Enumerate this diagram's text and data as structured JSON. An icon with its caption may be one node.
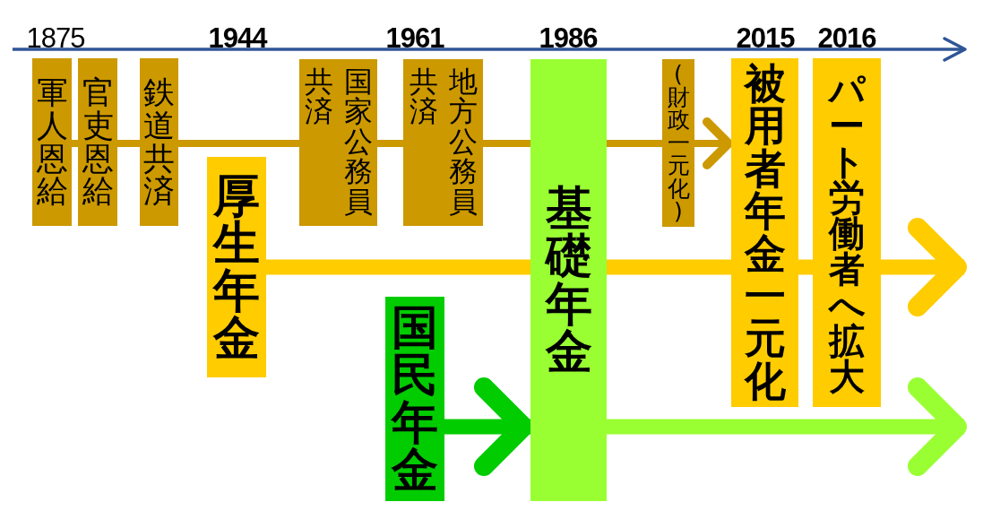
{
  "diagram": {
    "nodes": [
      {
        "text": [
          "軍人恩給"
        ]
      },
      {
        "text": [
          "官吏恩給"
        ]
      },
      {
        "text": [
          "鉄道共済"
        ]
      },
      {
        "text": [
          "厚生年金"
        ]
      },
      {
        "text": [
          "国家公務員共済"
        ]
      },
      {
        "text": [
          "国民年金"
        ]
      },
      {
        "text": [
          "地方公務員共済"
        ]
      },
      {
        "text": [
          "基礎年金"
        ]
      },
      {
        "text": [
          "(財政一元化)"
        ]
      },
      {
        "text": [
          "被用者年金一元化"
        ]
      },
      {
        "text": [
          "パート労働者へ拡大"
        ]
      }
    ],
    "edges": [
      {
        "from": 0,
        "to": 1,
        "arrow": "none"
      },
      {
        "from": 1,
        "to": 2,
        "arrow": "none"
      },
      {
        "from": 2,
        "to": 4,
        "arrow": "none"
      },
      {
        "from": 4,
        "to": 6,
        "arrow": "none"
      },
      {
        "from": 6,
        "to": 7,
        "arrow": "none"
      },
      {
        "from": 7,
        "to": 8,
        "arrow": "none"
      },
      {
        "from": 8,
        "to": 9,
        "arrow": "to"
      },
      {
        "from": 3,
        "to": 7,
        "arrow": "none",
        "style": "thick",
        "color": "#ffcc00"
      },
      {
        "from": 7,
        "to": 9,
        "arrow": "none",
        "style": "thick",
        "color": "#ffcc00"
      },
      {
        "from": 9,
        "to": 10,
        "arrow": "none",
        "style": "thick",
        "color": "#ffcc00"
      },
      {
        "from": 10,
        "to": null,
        "arrow": "to",
        "style": "thick",
        "color": "#ffcc00"
      },
      {
        "from": 5,
        "to": 7,
        "arrow": "to",
        "style": "thick",
        "color": "#00cc00"
      },
      {
        "from": 7,
        "to": null,
        "arrow": "to",
        "style": "thick",
        "color": "#99ff33"
      }
    ],
    "labels": [
      "1875",
      "1944",
      "1961",
      "1986",
      "2015",
      "2016"
    ]
  }
}
